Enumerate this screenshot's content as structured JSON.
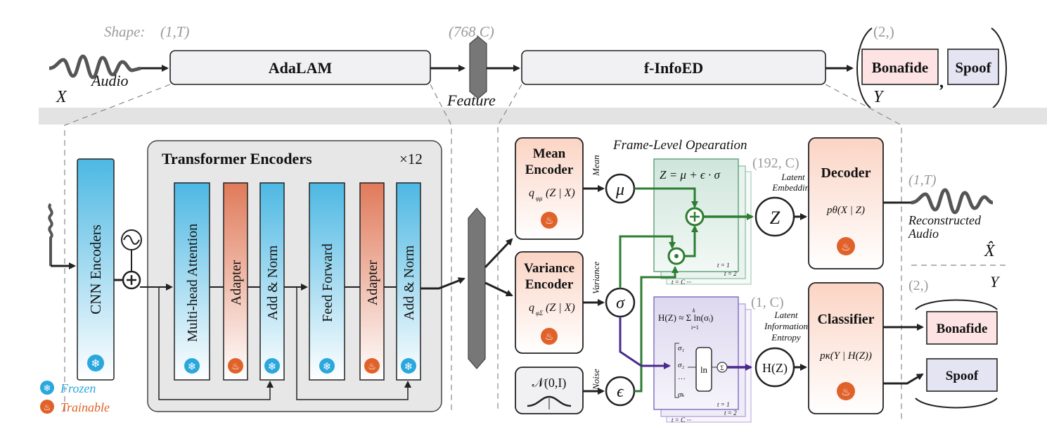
{
  "top": {
    "shape_label": "Shape:",
    "shape_audio": "(1,T)",
    "shape_feature": "(768,C)",
    "shape_output": "(2,)",
    "x_symbol": "X",
    "audio_label": "Audio",
    "adalam": "AdaLAM",
    "feature_label": "Feature",
    "finfoed": "f-InfoED",
    "bonafide": "Bonafide",
    "spoof": "Spoof",
    "comma": ",",
    "y_symbol": "Y"
  },
  "adalam": {
    "cnn": "CNN Encoders",
    "transformer_title": "Transformer Encoders",
    "repeat": "×12",
    "blocks": [
      "Multi-head Attention",
      "Adapter",
      "Add & Norm",
      "Feed Forward",
      "Adapter",
      "Add & Norm"
    ],
    "legend_frozen": "Frozen",
    "legend_trainable": "Trainable"
  },
  "infoed": {
    "frame_title": "Frame-Level Opearation",
    "mean_encoder_1": "Mean",
    "mean_encoder_2": "Encoder",
    "mean_q": "q",
    "mean_q_sub": "φμ",
    "mean_q_args": "(Z | X)",
    "variance_encoder_1": "Variance",
    "variance_encoder_2": "Encoder",
    "variance_q": "q",
    "variance_q_sub": "φΣ",
    "variance_q_args": "(Z | X)",
    "noise_box": "𝒩(0,I)",
    "mean_tag": "Mean",
    "variance_tag": "Variance",
    "noise_tag": "Noise",
    "mu": "μ",
    "sigma": "σ",
    "epsilon": "ϵ",
    "reparam": "Z = μ + ϵ · σ",
    "t1": "t = 1",
    "t2": "t = 2",
    "tC": "t = C ···",
    "latent_shape": "(192, C)",
    "latent_label_1": "Latent",
    "latent_label_2": "Embedding",
    "z": "Z",
    "entropy_formula": "H(Z) ≈ Σ ln(σᵢ)",
    "sum_top": "k",
    "sum_bot": "i=1",
    "sig1": "σ₁",
    "sig2": "σ₂",
    "dots": "···",
    "sigk": "σₖ",
    "ln": "ln",
    "sum_symbol": "Σ",
    "entropy_shape": "(1, C)",
    "entropy_label_1": "Latent",
    "entropy_label_2": "Information",
    "entropy_label_3": "Entropy",
    "hz": "H(Z)",
    "decoder": "Decoder",
    "decoder_p": "pθ(X | Z)",
    "classifier": "Classifier",
    "classifier_p": "pκ(Y | H(Z))",
    "recon_shape": "(1,T)",
    "recon_1": "Reconstructed",
    "recon_2": "Audio",
    "x_hat": "X̂",
    "out_shape": "(2,)",
    "y_symbol": "Y",
    "bonafide": "Bonafide",
    "spoof": "Spoof"
  },
  "colors": {
    "blue_top": "#4db8e3",
    "orange_top": "#e07a5a",
    "green": "#2e7d32",
    "purple": "#5e35b1",
    "bonafide_fill": "#fde3e3",
    "spoof_fill": "#e5e4f3",
    "peach_top": "#fbd4c4"
  }
}
